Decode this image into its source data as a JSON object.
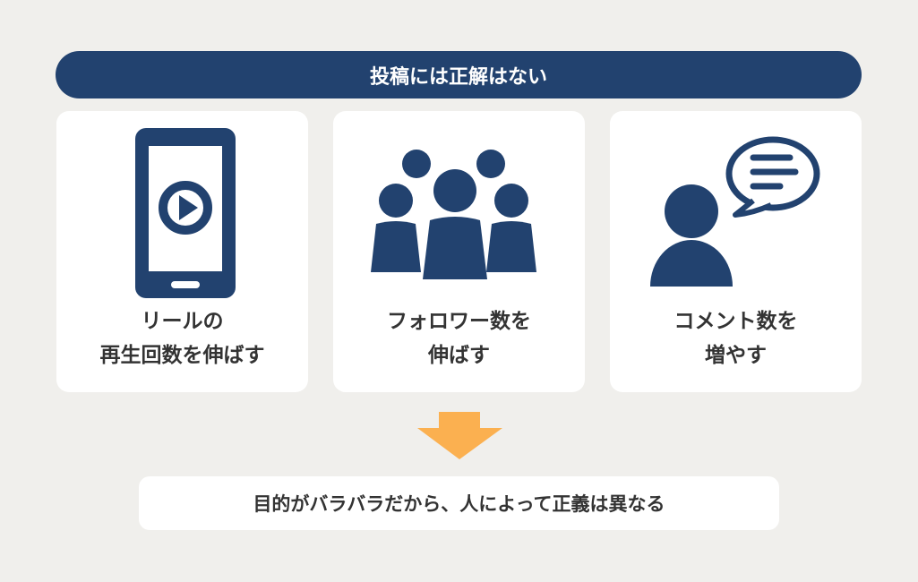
{
  "title": "投稿には正解はない",
  "cards": [
    {
      "icon": "smartphone-play-icon",
      "lines": [
        "リールの",
        "再生回数を伸ばす"
      ]
    },
    {
      "icon": "group-people-icon",
      "lines": [
        "フォロワー数を",
        "伸ばす"
      ]
    },
    {
      "icon": "person-comment-icon",
      "lines": [
        "コメント数を",
        "増やす"
      ]
    }
  ],
  "conclusion": "目的がバラバラだから、人によって正義は異なる",
  "colors": {
    "navy": "#22426f",
    "background": "#f0efec",
    "arrow": "#fbb050"
  }
}
